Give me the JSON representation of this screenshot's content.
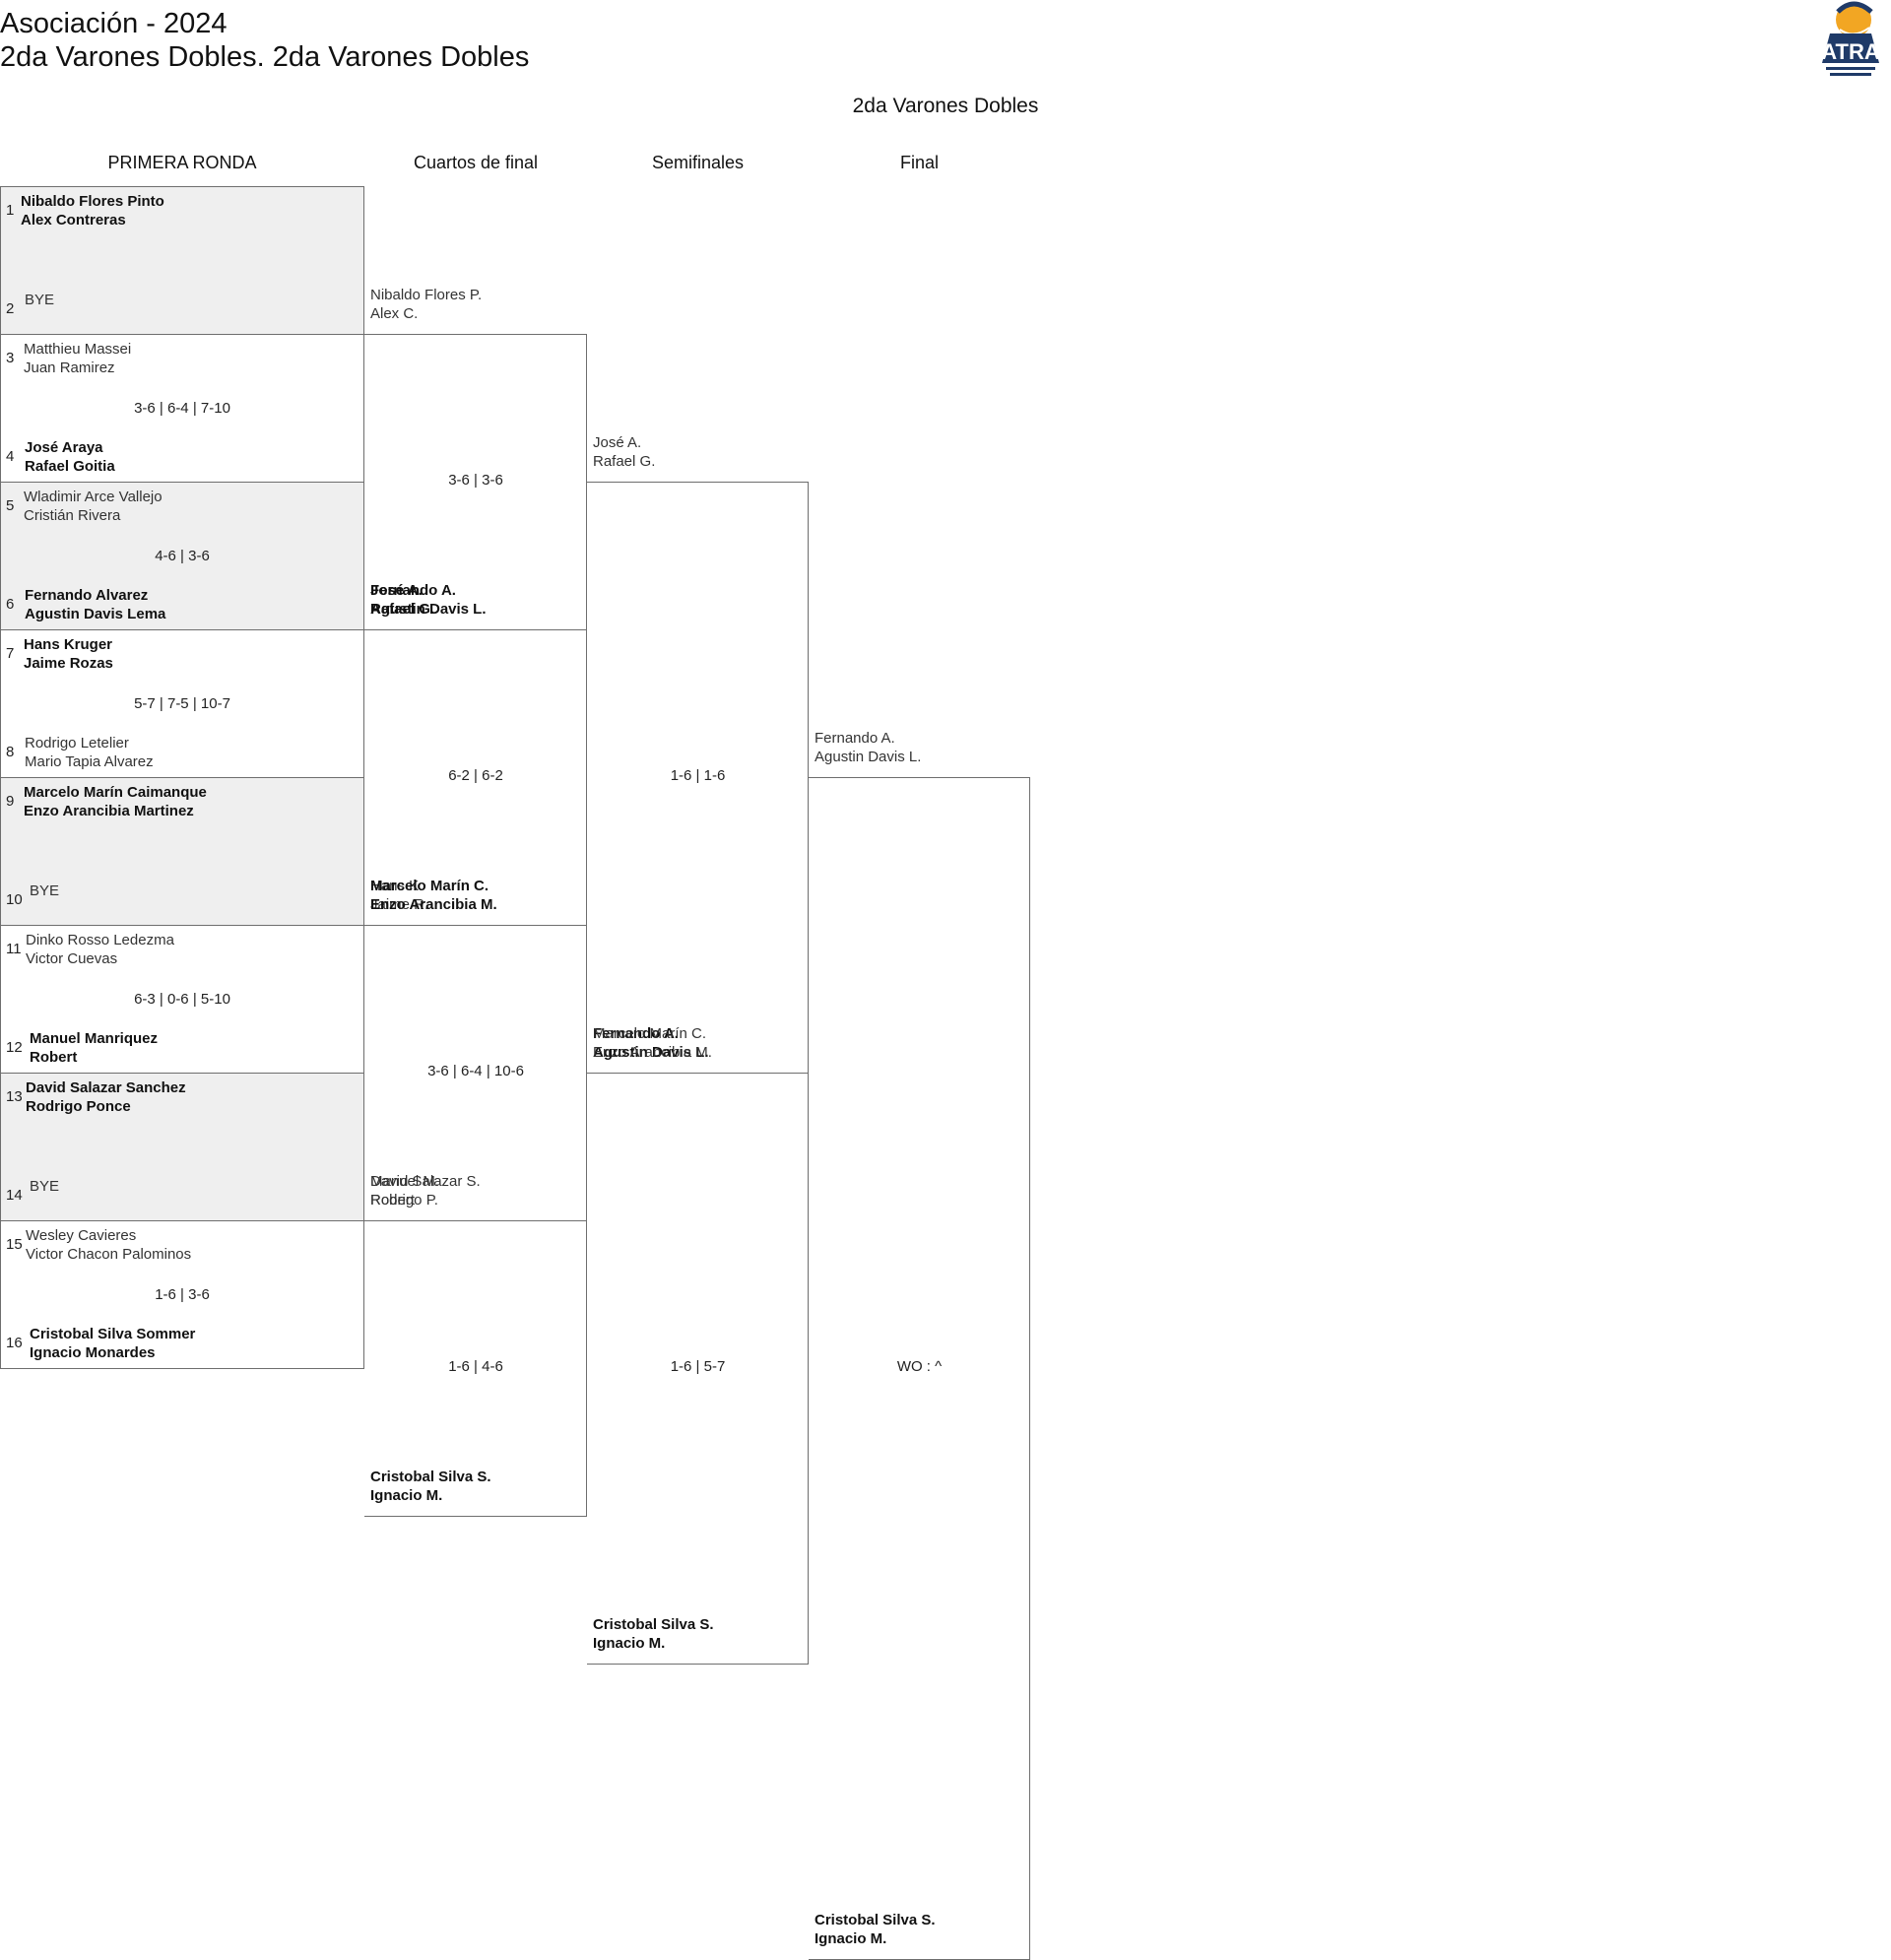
{
  "header": {
    "line1": "Asociación - 2024",
    "line2": "2da Varones Dobles. 2da Varones Dobles",
    "draw_name": "2da Varones Dobles",
    "logo_text": "ATRA"
  },
  "rounds": [
    "PRIMERA RONDA",
    "Cuartos de final",
    "Semifinales",
    "Final"
  ],
  "first_round": [
    {
      "slot_a": "1",
      "team_a": [
        "Nibaldo Flores Pinto",
        "Alex Contreras"
      ],
      "a_win": true,
      "slot_b": "2",
      "team_b": [
        "BYE",
        ""
      ],
      "b_win": false,
      "score": "",
      "shade": true
    },
    {
      "slot_a": "3",
      "team_a": [
        "Matthieu Massei",
        "Juan Ramirez"
      ],
      "a_win": false,
      "slot_b": "4",
      "team_b": [
        "José Araya",
        "Rafael Goitia"
      ],
      "b_win": true,
      "score": "3-6 | 6-4 | 7-10",
      "shade": false
    },
    {
      "slot_a": "5",
      "team_a": [
        "Wladimir Arce Vallejo",
        "Cristián Rivera"
      ],
      "a_win": false,
      "slot_b": "6",
      "team_b": [
        "Fernando Alvarez",
        "Agustin Davis Lema"
      ],
      "b_win": true,
      "score": "4-6 | 3-6",
      "shade": true
    },
    {
      "slot_a": "7",
      "team_a": [
        "Hans Kruger",
        "Jaime Rozas"
      ],
      "a_win": true,
      "slot_b": "8",
      "team_b": [
        "Rodrigo Letelier",
        "Mario Tapia Alvarez"
      ],
      "b_win": false,
      "score": "5-7 | 7-5 | 10-7",
      "shade": false
    },
    {
      "slot_a": "9",
      "team_a": [
        "Marcelo Marín Caimanque",
        "Enzo Arancibia Martinez"
      ],
      "a_win": true,
      "slot_b": "10",
      "team_b": [
        "BYE",
        ""
      ],
      "b_win": false,
      "score": "",
      "shade": true
    },
    {
      "slot_a": "11",
      "team_a": [
        "Dinko Rosso Ledezma",
        "Victor Cuevas"
      ],
      "a_win": false,
      "slot_b": "12",
      "team_b": [
        "Manuel Manriquez",
        "Robert"
      ],
      "b_win": true,
      "score": "6-3 | 0-6 | 5-10",
      "shade": false
    },
    {
      "slot_a": "13",
      "team_a": [
        "David Salazar Sanchez",
        "Rodrigo Ponce"
      ],
      "a_win": true,
      "slot_b": "14",
      "team_b": [
        "BYE",
        ""
      ],
      "b_win": false,
      "score": "",
      "shade": true
    },
    {
      "slot_a": "15",
      "team_a": [
        "Wesley Cavieres",
        "Victor Chacon Palominos"
      ],
      "a_win": false,
      "slot_b": "16",
      "team_b": [
        "Cristobal Silva Sommer",
        "Ignacio Monardes"
      ],
      "b_win": true,
      "score": "1-6 | 3-6",
      "shade": false
    }
  ],
  "quarterfinals": [
    {
      "team_a": [
        "Nibaldo Flores P.",
        "Alex C."
      ],
      "a_win": false,
      "team_b": [
        "José A.",
        "Rafael G."
      ],
      "b_win": true,
      "score": "3-6 | 3-6"
    },
    {
      "team_a": [
        "Fernando A.",
        "Agustin Davis L."
      ],
      "a_win": true,
      "team_b": [
        "Hans K.",
        "Jaime R."
      ],
      "b_win": false,
      "score": "6-2 | 6-2"
    },
    {
      "team_a": [
        "Marcelo Marín C.",
        "Enzo Arancibia M."
      ],
      "a_win": true,
      "team_b": [
        "Manuel M.",
        "Robert"
      ],
      "b_win": false,
      "score": "3-6 | 6-4 | 10-6"
    },
    {
      "team_a": [
        "David Salazar S.",
        "Rodrigo P."
      ],
      "a_win": false,
      "team_b": [
        "Cristobal Silva S.",
        "Ignacio M."
      ],
      "b_win": true,
      "score": "1-6 | 4-6"
    }
  ],
  "semifinals": [
    {
      "team_a": [
        "José A.",
        "Rafael G."
      ],
      "a_win": false,
      "team_b": [
        "Fernando A.",
        "Agustin Davis L."
      ],
      "b_win": true,
      "score": "1-6 | 1-6"
    },
    {
      "team_a": [
        "Marcelo Marín C.",
        "Enzo Arancibia M."
      ],
      "a_win": false,
      "team_b": [
        "Cristobal Silva S.",
        "Ignacio M."
      ],
      "b_win": true,
      "score": "1-6 | 5-7"
    }
  ],
  "final": {
    "team_a": [
      "Fernando A.",
      "Agustin Davis L."
    ],
    "a_win": false,
    "team_b": [
      "Cristobal Silva S.",
      "Ignacio M."
    ],
    "b_win": true,
    "score": "WO : ^"
  }
}
